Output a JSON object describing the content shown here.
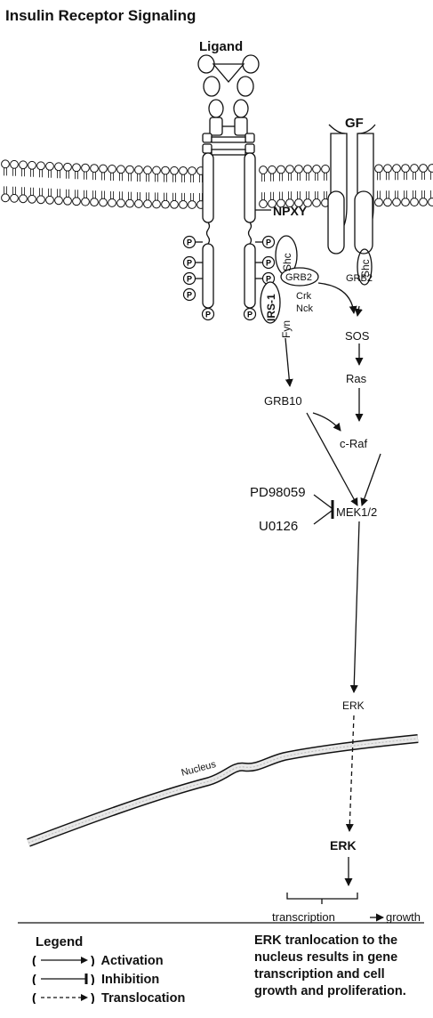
{
  "title": "Insulin Receptor Signaling",
  "labels": {
    "ligand": "Ligand",
    "gf": "GF",
    "npxy": "NPXY",
    "p": "P",
    "shc_left": "Shc",
    "shc_right": "Shc",
    "grb2_left": "GRB2",
    "grb2_right": "GRB2",
    "irs1": "IRS-1",
    "crk": "Crk",
    "nck": "Nck",
    "fyn": "Fyn",
    "sos": "SOS",
    "ras": "Ras",
    "grb10": "GRB10",
    "craf": "c-Raf",
    "pd98059": "PD98059",
    "u0126": "U0126",
    "mek": "MEK1/2",
    "erk_cyto": "ERK",
    "nucleus": "Nucleus",
    "erk_nuc": "ERK",
    "transcription": "transcription",
    "growth": "growth"
  },
  "legend": {
    "heading": "Legend",
    "activation": "Activation",
    "inhibition": "Inhibition",
    "translocation": "Translocation"
  },
  "note": "ERK tranlocation to the nucleus results in gene transcription and cell growth and proliferation."
}
